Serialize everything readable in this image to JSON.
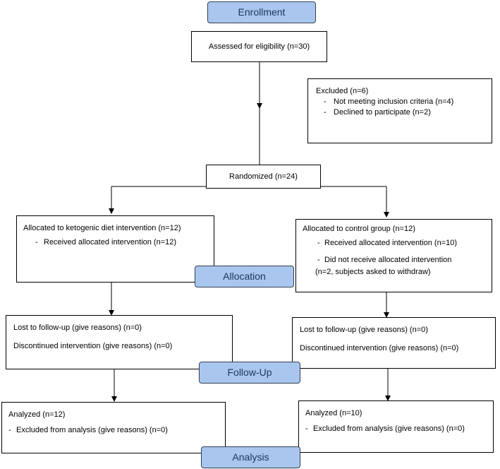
{
  "stages": {
    "enrollment": "Enrollment",
    "allocation": "Allocation",
    "follow_up": "Follow-Up",
    "analysis": "Analysis"
  },
  "assessed": "Assessed for eligibility (n=30)",
  "excluded": {
    "title": "Excluded (n=6)",
    "items": [
      "Not meeting inclusion criteria (n=4)",
      "Declined to participate (n=2)"
    ]
  },
  "randomized": "Randomized (n=24)",
  "alloc_left": {
    "title": "Allocated to ketogenic diet intervention (n=12)",
    "item1": "Received allocated intervention (n=12)"
  },
  "alloc_right": {
    "title": "Allocated to control group (n=12)",
    "item1": "Received allocated intervention (n=10)",
    "item2_line1": "Did not receive allocated intervention",
    "item2_line2": "(n=2, subjects asked to withdraw)"
  },
  "follow_left": {
    "lost": "Lost to follow-up (give reasons) (n=0)",
    "discontinued": "Discontinued intervention (give reasons) (n=0)"
  },
  "follow_right": {
    "lost": "Lost to follow-up (give reasons) (n=0)",
    "discontinued": "Discontinued intervention (give reasons) (n=0)"
  },
  "analysis_left": {
    "analyzed": "Analyzed (n=12)",
    "excluded": "Excluded from analysis (give reasons) (n=0)"
  },
  "analysis_right": {
    "analyzed": "Analyzed (n=10)",
    "excluded": "Excluded from analysis (give reasons) (n=0)"
  },
  "dash": "-"
}
